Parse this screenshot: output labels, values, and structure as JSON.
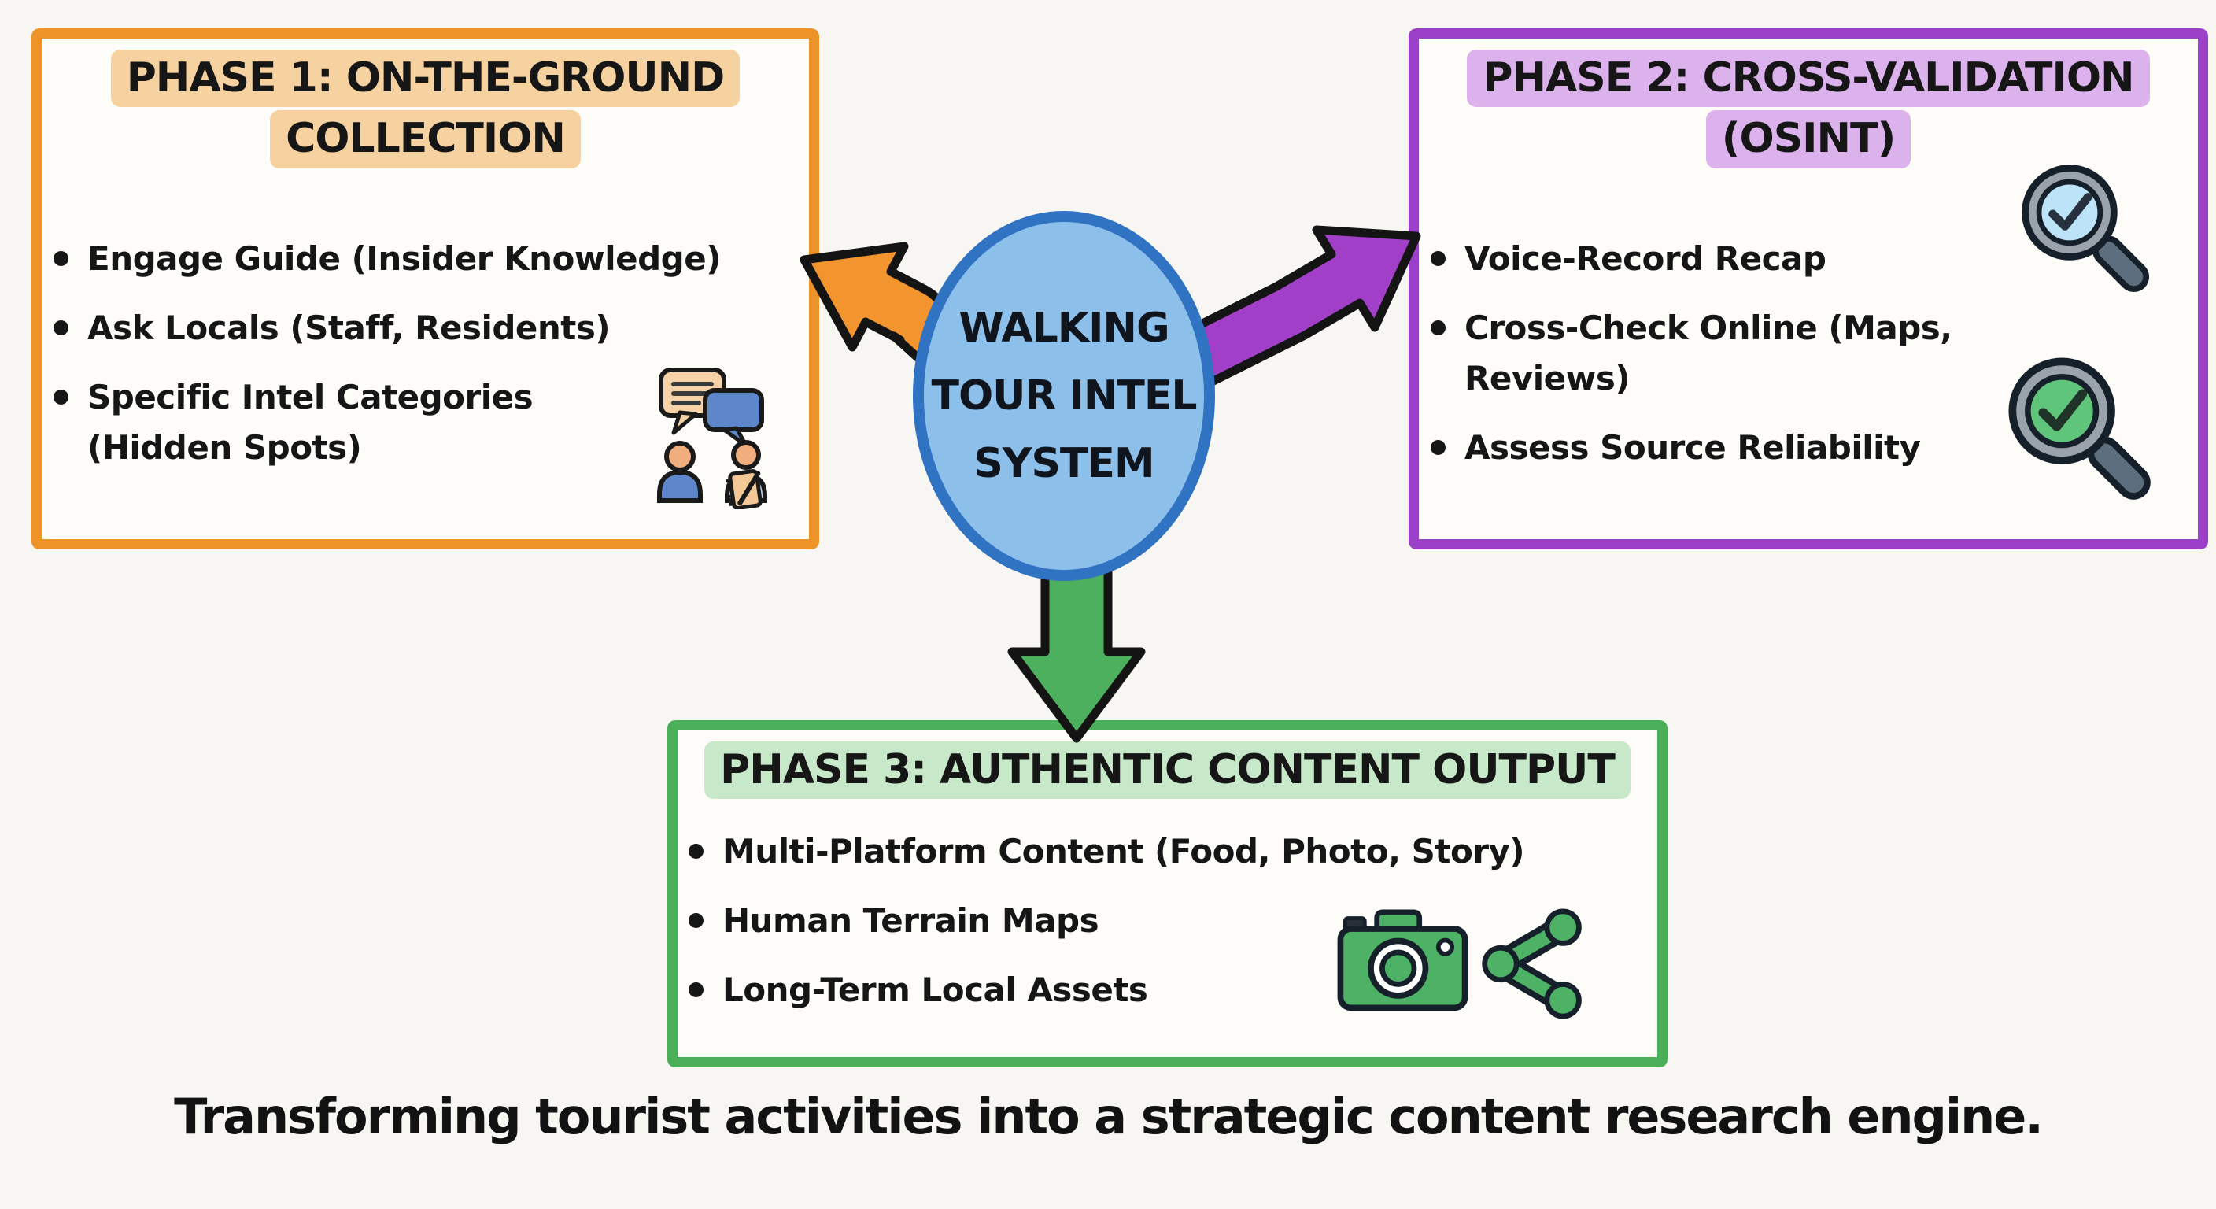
{
  "center": {
    "lines": [
      "WALKING",
      "TOUR INTEL",
      "SYSTEM"
    ],
    "fill_color": "#8cbfea",
    "ring_color": "#2f73c2"
  },
  "phase1": {
    "title_lines": [
      "PHASE 1: ON-THE-GROUND",
      "COLLECTION"
    ],
    "accent_color": "#ed9327",
    "highlight_color": "#f6d2a0",
    "bullets": [
      [
        "Engage Guide (Insider Knowledge)"
      ],
      [
        "Ask Locals (Staff, Residents)"
      ],
      [
        "Specific Intel Categories",
        "(Hidden Spots)"
      ]
    ],
    "icon": "conversation-icon"
  },
  "phase2": {
    "title_lines": [
      "PHASE 2: CROSS-VALIDATION",
      "(OSINT)"
    ],
    "accent_color": "#9b41c8",
    "highlight_color": "#dcb2ec",
    "bullets": [
      [
        "Voice-Record Recap"
      ],
      [
        "Cross-Check Online (Maps,",
        "Reviews)"
      ],
      [
        "Assess Source Reliability"
      ]
    ],
    "icons": [
      "magnifier-check-blue-icon",
      "magnifier-check-green-icon"
    ]
  },
  "phase3": {
    "title_lines": [
      "PHASE 3: AUTHENTIC CONTENT OUTPUT"
    ],
    "accent_color": "#4bae59",
    "highlight_color": "#c7e8c9",
    "bullets": [
      [
        "Multi-Platform Content (Food, Photo, Story)"
      ],
      [
        "Human Terrain Maps"
      ],
      [
        "Long-Term Local Assets"
      ]
    ],
    "icons": [
      "camera-icon",
      "share-icon"
    ]
  },
  "arrows": {
    "to_phase1_color": "#f2952f",
    "to_phase2_color": "#a13fc9",
    "to_phase3_color": "#4cb05e"
  },
  "caption": "Transforming tourist activities into a strategic content research engine."
}
